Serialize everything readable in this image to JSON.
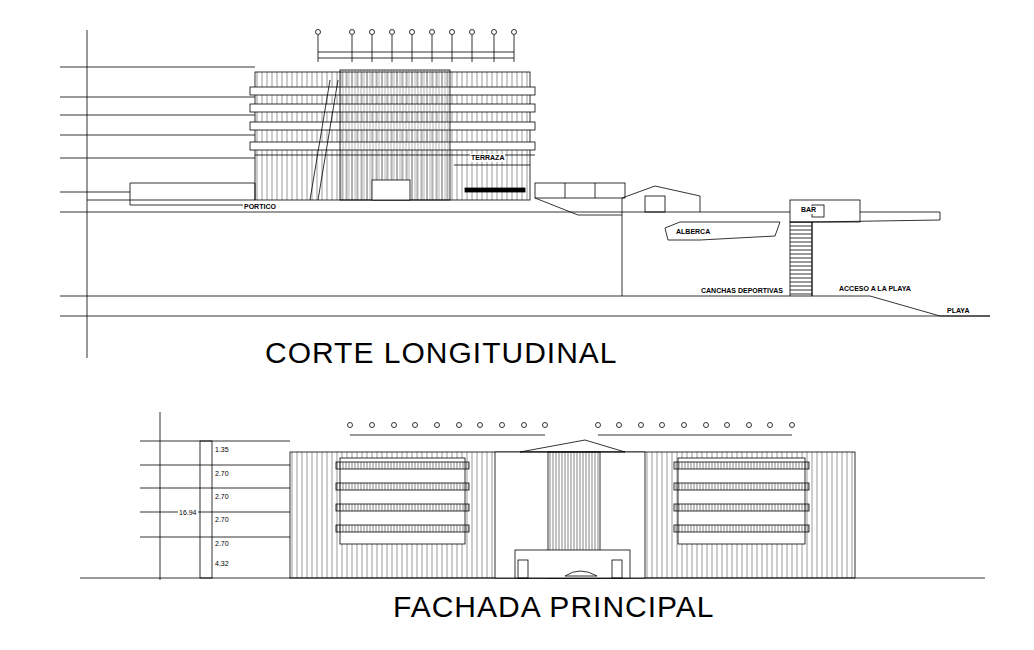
{
  "diagram": {
    "labels": [
      "CORTE LONGITUDINAL",
      "FACHADA PRINCIPAL",
      "PORTICO",
      "TERRAZA",
      "ALBERCA",
      "CANCHAS DEPORTIVAS",
      "ACCESO A LA PLAYA",
      "PLAYA",
      "BAR",
      "1.35",
      "2.70",
      "2.70",
      "2.70",
      "2.70",
      "4.32",
      "16.94"
    ]
  }
}
